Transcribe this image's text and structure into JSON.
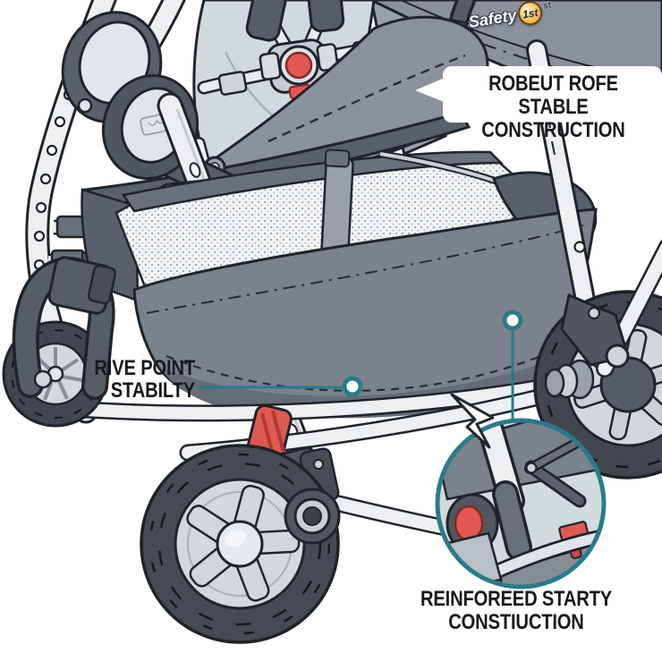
{
  "brand": {
    "script": "Safety",
    "badge": "1st",
    "suffix": "st"
  },
  "callouts": {
    "construction": {
      "line1": "ROBEUT ROFE STABLE",
      "line2": "CONSTRUCTION"
    },
    "stability": {
      "line1": "RIVE POINT",
      "line2": "STABILTY"
    },
    "reinforced": {
      "line1": "REINFOREED STARTY",
      "line2": "CONSTIUCTION"
    }
  },
  "colors": {
    "accent_teal": "#2a7a8c",
    "accent_red": "#e2574f",
    "logo_gold": "#eeb353",
    "ink": "#20242a"
  }
}
